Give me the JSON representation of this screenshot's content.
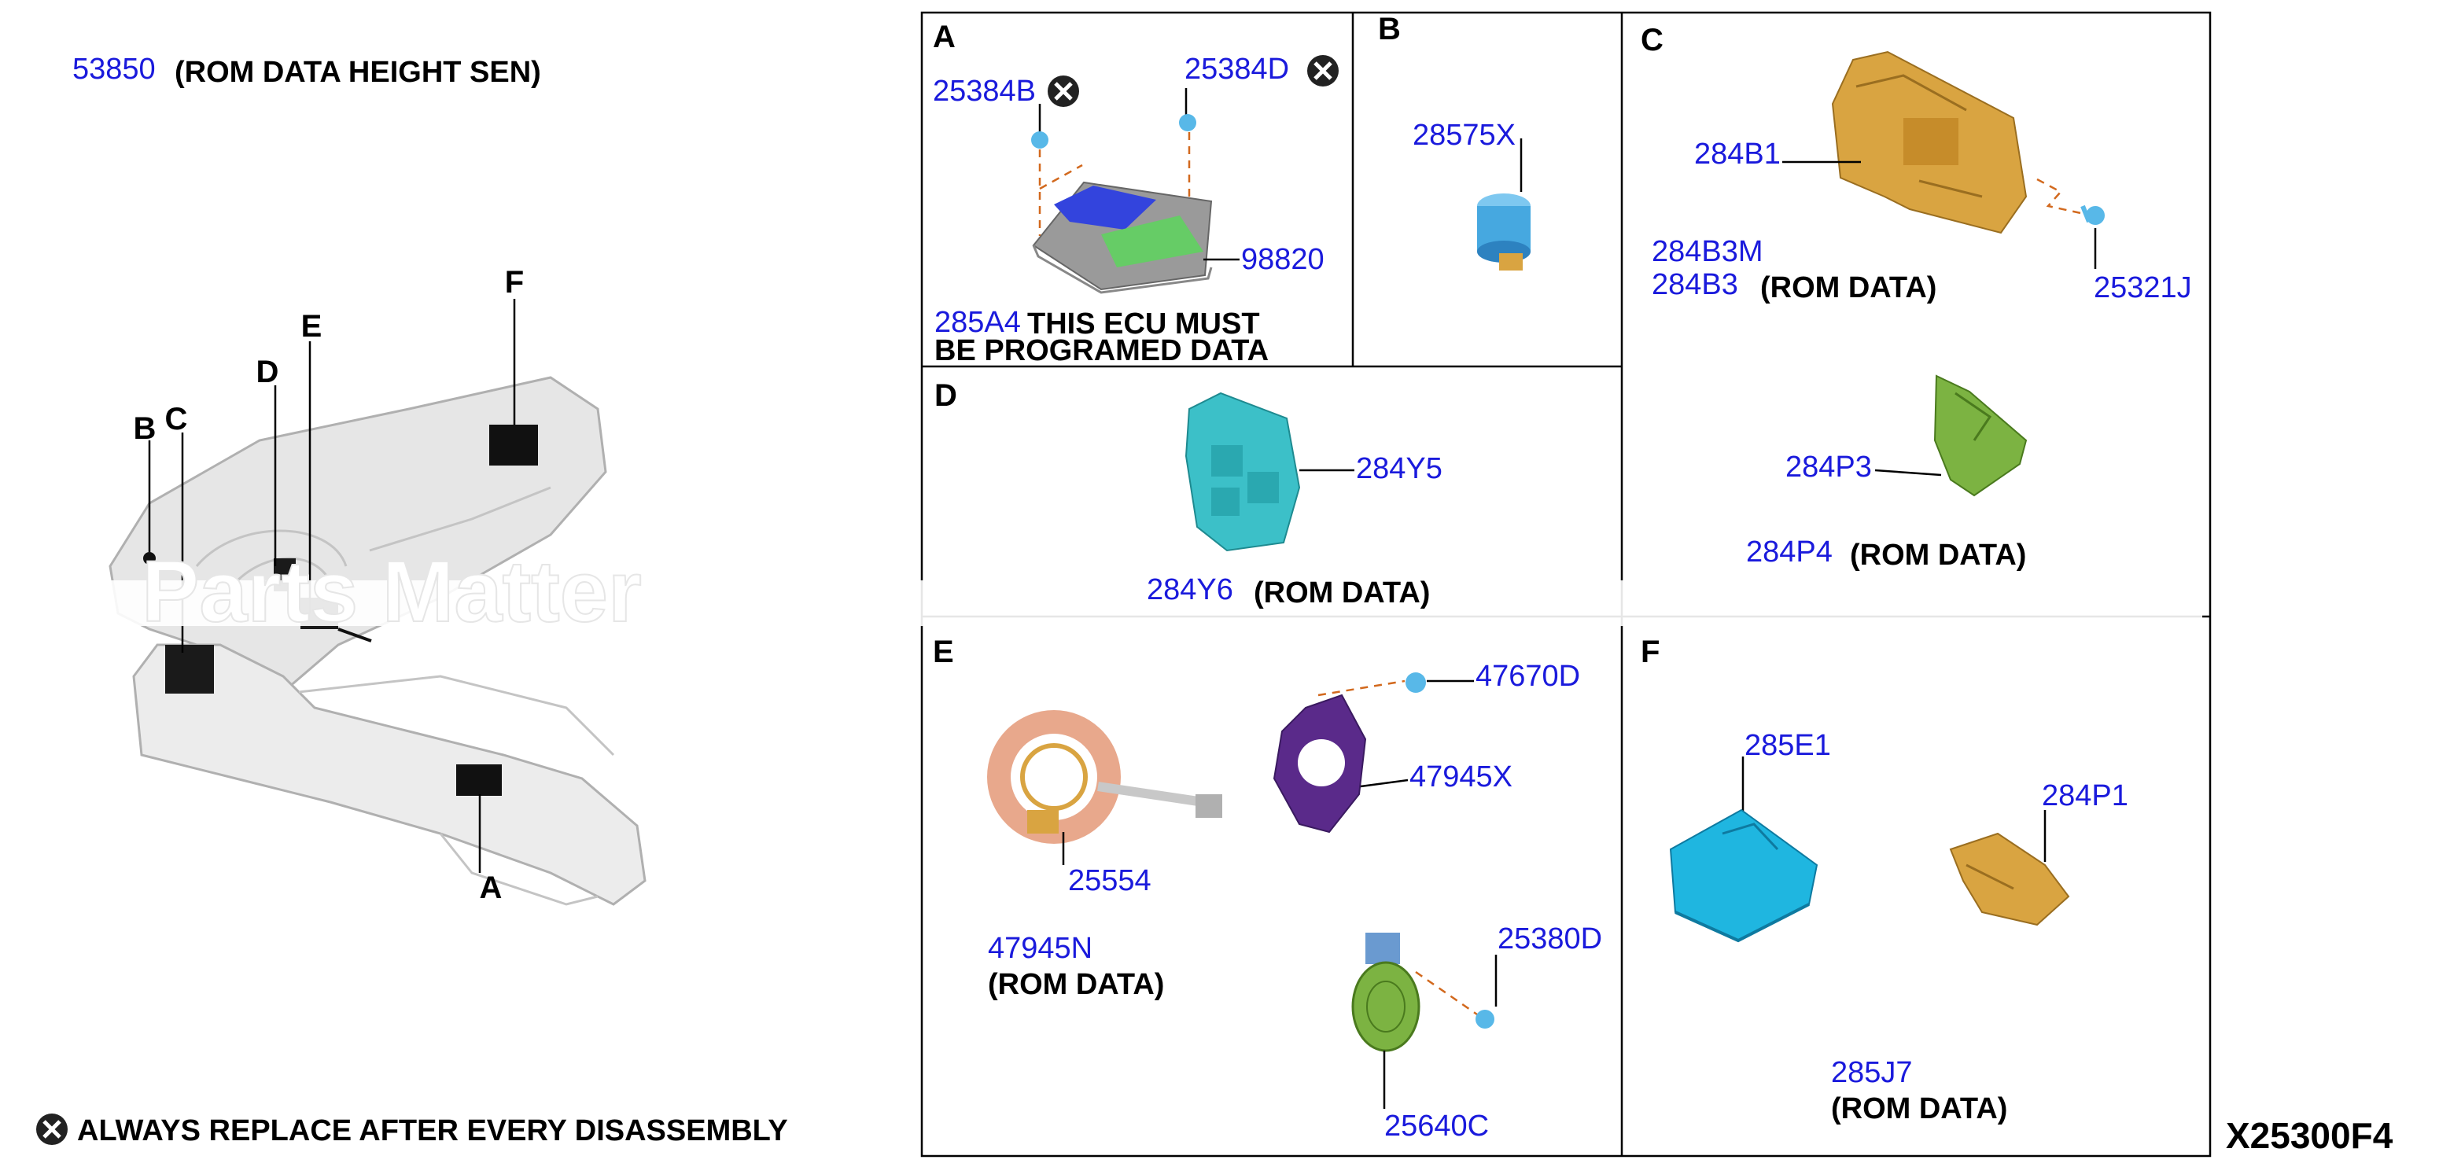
{
  "header": {
    "part": "53850",
    "desc": "(ROM DATA HEIGHT SEN)"
  },
  "footer": {
    "note": "ALWAYS REPLACE AFTER EVERY DISASSEMBLY",
    "code": "X25300F4"
  },
  "overview": {
    "callouts": [
      "A",
      "B",
      "C",
      "D",
      "E",
      "F"
    ]
  },
  "panels": {
    "A": {
      "letter": "A",
      "parts": [
        "25384B",
        "25384D",
        "98820",
        "285A4"
      ],
      "note_line1": "THIS ECU MUST",
      "note_line2": "BE PROGRAMED DATA"
    },
    "B": {
      "letter": "B",
      "parts": [
        "28575X"
      ]
    },
    "C": {
      "letter": "C",
      "parts": [
        "284B1",
        "284B3M",
        "284B3",
        "25321J",
        "284P3",
        "284P4"
      ],
      "rom1": "(ROM DATA)",
      "rom2": "(ROM DATA)"
    },
    "D": {
      "letter": "D",
      "parts": [
        "284Y5",
        "284Y6"
      ],
      "rom": "(ROM DATA)"
    },
    "E": {
      "letter": "E",
      "parts": [
        "47670D",
        "47945X",
        "25554",
        "47945N",
        "25380D",
        "25640C"
      ],
      "rom": "(ROM DATA)"
    },
    "F": {
      "letter": "F",
      "parts": [
        "285E1",
        "284P1",
        "285J7"
      ],
      "rom": "(ROM DATA)"
    }
  },
  "watermark": "Parts Matter",
  "colors": {
    "part_number": "#1a1adc",
    "leader_dash": "#d2691e",
    "ecu_gold": "#d9a441",
    "ecu_teal": "#40c8d0",
    "ecu_cyan": "#1fb6e0",
    "sensor_purple": "#5a2a8a",
    "bracket_green": "#7cb342",
    "ecu_blue": "#3344dd",
    "ecu_green": "#66cc66"
  }
}
